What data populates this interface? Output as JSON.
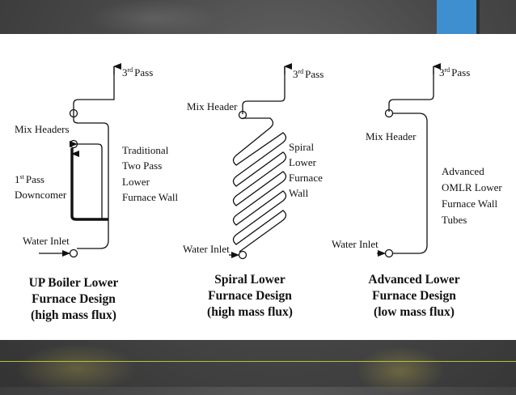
{
  "slide": {
    "accent_color": "#3d8fcf",
    "rule_color": "#b7c23a",
    "panel_color": "#ffffff"
  },
  "designs": [
    {
      "pass_label_sup": "rd",
      "pass_label_main": "Pass",
      "pass_label_num": "3",
      "labels": {
        "mix_headers": "Mix Headers",
        "downcomer_num": "1",
        "downcomer_sup": "st",
        "downcomer_pass": "Pass",
        "downcomer": "Downcomer",
        "wall_1": "Traditional",
        "wall_2": "Two Pass",
        "wall_3": "Lower",
        "wall_4": "Furnace Wall",
        "water_inlet": "Water Inlet"
      },
      "caption": [
        "UP Boiler Lower",
        "Furnace Design",
        "(high mass flux)"
      ]
    },
    {
      "pass_label_num": "3",
      "pass_label_sup": "rd",
      "pass_label_main": "Pass",
      "labels": {
        "mix_header": "Mix Header",
        "wall_1": "Spiral",
        "wall_2": "Lower",
        "wall_3": "Furnace",
        "wall_4": "Wall",
        "water_inlet": "Water Inlet"
      },
      "caption": [
        "Spiral Lower",
        "Furnace Design",
        "(high mass flux)"
      ]
    },
    {
      "pass_label_num": "3",
      "pass_label_sup": "rd",
      "pass_label_main": "Pass",
      "labels": {
        "mix_header": "Mix Header",
        "wall_1": "Advanced",
        "wall_2": "OMLR Lower",
        "wall_3": "Furnace Wall",
        "wall_4": "Tubes",
        "water_inlet": "Water Inlet"
      },
      "caption": [
        "Advanced Lower",
        "Furnace Design",
        "(low mass flux)"
      ]
    }
  ]
}
